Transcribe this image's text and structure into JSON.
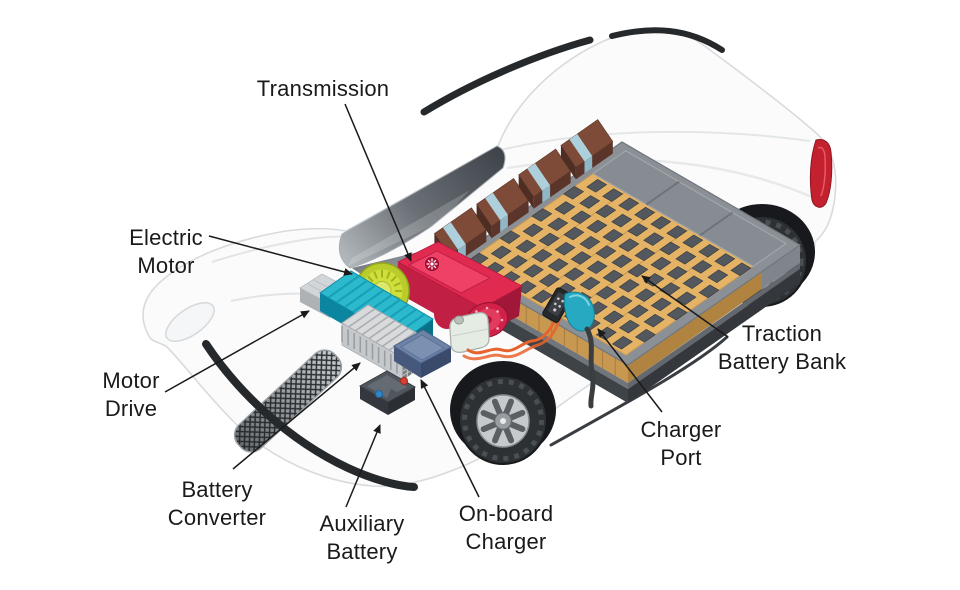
{
  "diagram": {
    "subject": "electric-car-components-cutaway",
    "labels": {
      "transmission": {
        "lines": [
          "Transmission"
        ]
      },
      "electric_motor": {
        "lines": [
          "Electric",
          "Motor"
        ]
      },
      "motor_drive": {
        "lines": [
          "Motor",
          "Drive"
        ]
      },
      "battery_converter": {
        "lines": [
          "Battery",
          "Converter"
        ]
      },
      "auxiliary_battery": {
        "lines": [
          "Auxiliary",
          "Battery"
        ]
      },
      "onboard_charger": {
        "lines": [
          "On-board",
          "Charger"
        ]
      },
      "charger_port": {
        "lines": [
          "Charger",
          "Port"
        ]
      },
      "traction_battery_bank": {
        "lines": [
          "Traction",
          "Battery Bank"
        ]
      }
    },
    "palette": {
      "label_text": "#1a1a1a",
      "arrow": "#1a1a1a",
      "car_body": "#fbfbfc",
      "car_outline": "#d8dbde",
      "windshield_dark": "#3f444a",
      "transmission_red": "#e02a50",
      "electric_motor_green": "#b9cc2a",
      "motor_drive_teal": "#2cb9ce",
      "battery_converter_silver": "#d8dadc",
      "onboard_charger_blue": "#6d84a6",
      "auxiliary_battery_gray": "#50565d",
      "battery_cells_tan": "#e5b365",
      "battery_modules_brown": "#7e4b39",
      "pack_frame_gray": "#8a9096",
      "cable_orange": "#e8622c",
      "plug_teal": "#27a9c2",
      "tire_black": "#2d3134",
      "tail_light_red": "#c4212f"
    }
  }
}
